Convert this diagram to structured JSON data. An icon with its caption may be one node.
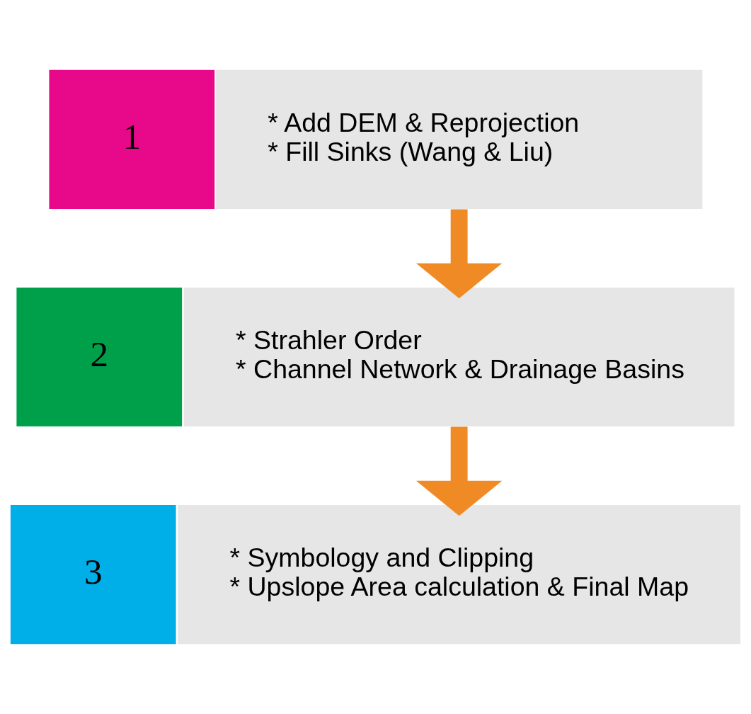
{
  "diagram": {
    "nodes": [
      {
        "text": [
          "1"
        ]
      },
      {
        "text": [
          "* Add DEM & Reprojection",
          "* Fill Sinks (Wang & Liu)"
        ]
      },
      {
        "text": [
          "2"
        ]
      },
      {
        "text": [
          "* Strahler Order",
          "* Channel Network & Drainage Basins"
        ]
      },
      {
        "text": [
          "3"
        ]
      },
      {
        "text": [
          "* Symbology and Clipping",
          "* Upslope Area calculation & Final Map"
        ]
      }
    ],
    "edges": [
      {
        "from": 1,
        "to": 3,
        "arrow": "to"
      },
      {
        "from": 3,
        "to": 5,
        "arrow": "to"
      }
    ]
  }
}
